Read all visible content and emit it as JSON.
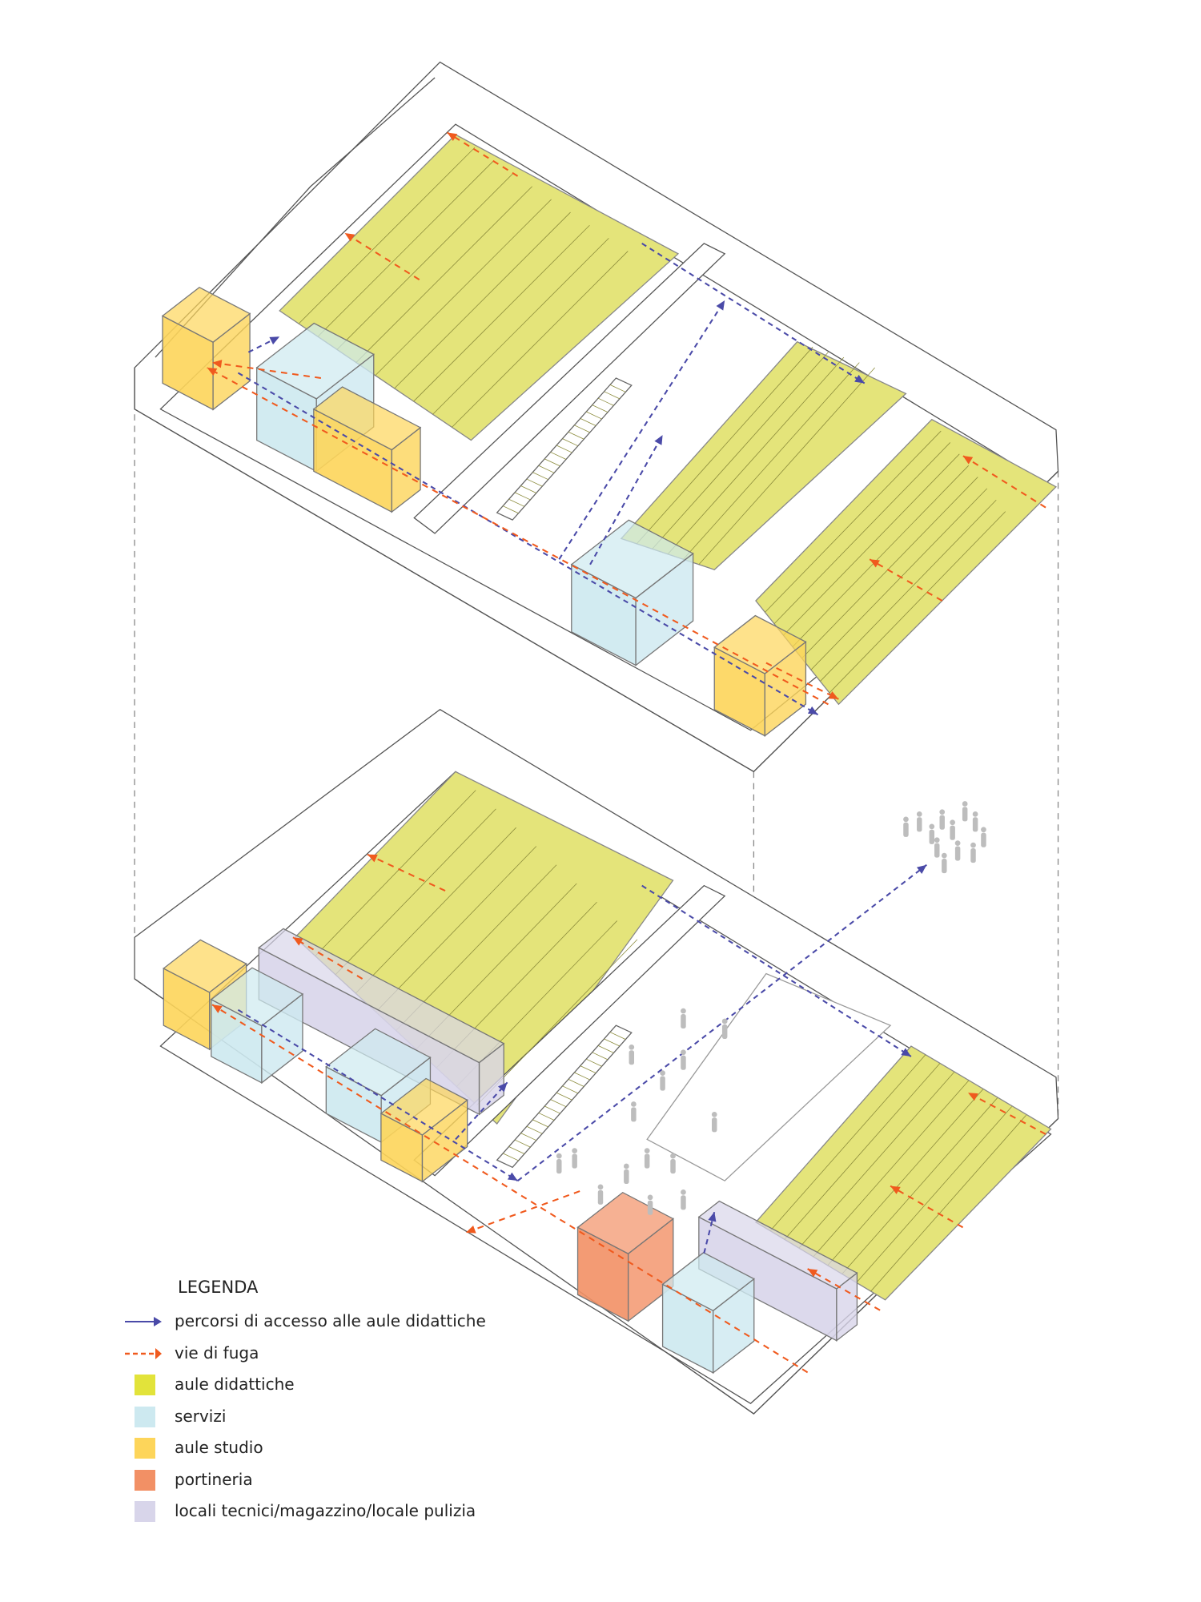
{
  "legend": {
    "title": "LEGENDA",
    "items": [
      {
        "label": "percorsi di accesso alle aule didattiche",
        "kind": "arrow-solid",
        "color": "#4a4aa8"
      },
      {
        "label": "vie di fuga",
        "kind": "arrow-dashed",
        "color": "#f05a1e"
      },
      {
        "label": "aule didattiche",
        "kind": "swatch",
        "color": "#e2e33a"
      },
      {
        "label": "servizi",
        "kind": "swatch",
        "color": "#cde9f0"
      },
      {
        "label": "aule studio",
        "kind": "swatch",
        "color": "#fdd55a"
      },
      {
        "label": "portineria",
        "kind": "swatch",
        "color": "#f29065"
      },
      {
        "label": "locali tecnici/magazzino/locale pulizia",
        "kind": "swatch",
        "color": "#d8d5ea"
      }
    ]
  },
  "colors": {
    "aule_didattiche": "#e4e47a",
    "servizi": "#cde9f0",
    "aule_studio": "#fdd55a",
    "portineria": "#f29065",
    "locali_tecnici": "#d8d5ea",
    "access_path": "#4a4aa8",
    "escape_route": "#f05a1e"
  }
}
